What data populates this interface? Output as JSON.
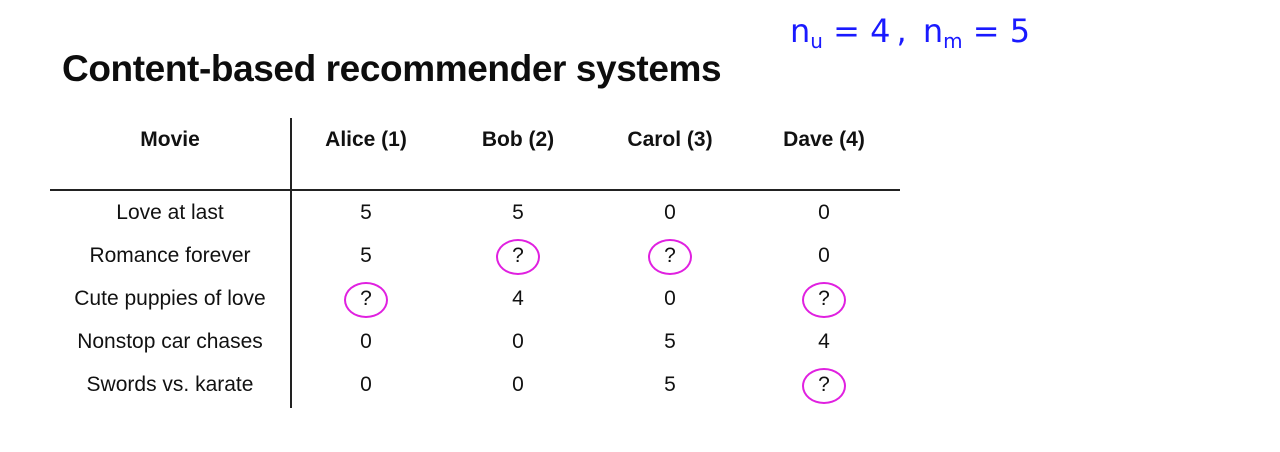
{
  "title": "Content-based recommender systems",
  "annotation": {
    "nu": "n",
    "nu_sub": "u",
    "nu_value": "= 4",
    "separator": ",",
    "nm": "n",
    "nm_sub": "m",
    "nm_value": "= 5"
  },
  "table": {
    "headers": [
      "Movie",
      "Alice (1)",
      "Bob (2)",
      "Carol (3)",
      "Dave (4)"
    ],
    "rows": [
      {
        "movie": "Love at last",
        "ratings": [
          "5",
          "5",
          "0",
          "0"
        ]
      },
      {
        "movie": "Romance forever",
        "ratings": [
          "5",
          "?",
          "?",
          "0"
        ]
      },
      {
        "movie": "Cute puppies of love",
        "ratings": [
          "?",
          "4",
          "0",
          "?"
        ]
      },
      {
        "movie": "Nonstop car chases",
        "ratings": [
          "0",
          "0",
          "5",
          "4"
        ]
      },
      {
        "movie": "Swords vs. karate",
        "ratings": [
          "0",
          "0",
          "5",
          "?"
        ]
      }
    ],
    "unknown_marker_color": "#e020e0"
  }
}
